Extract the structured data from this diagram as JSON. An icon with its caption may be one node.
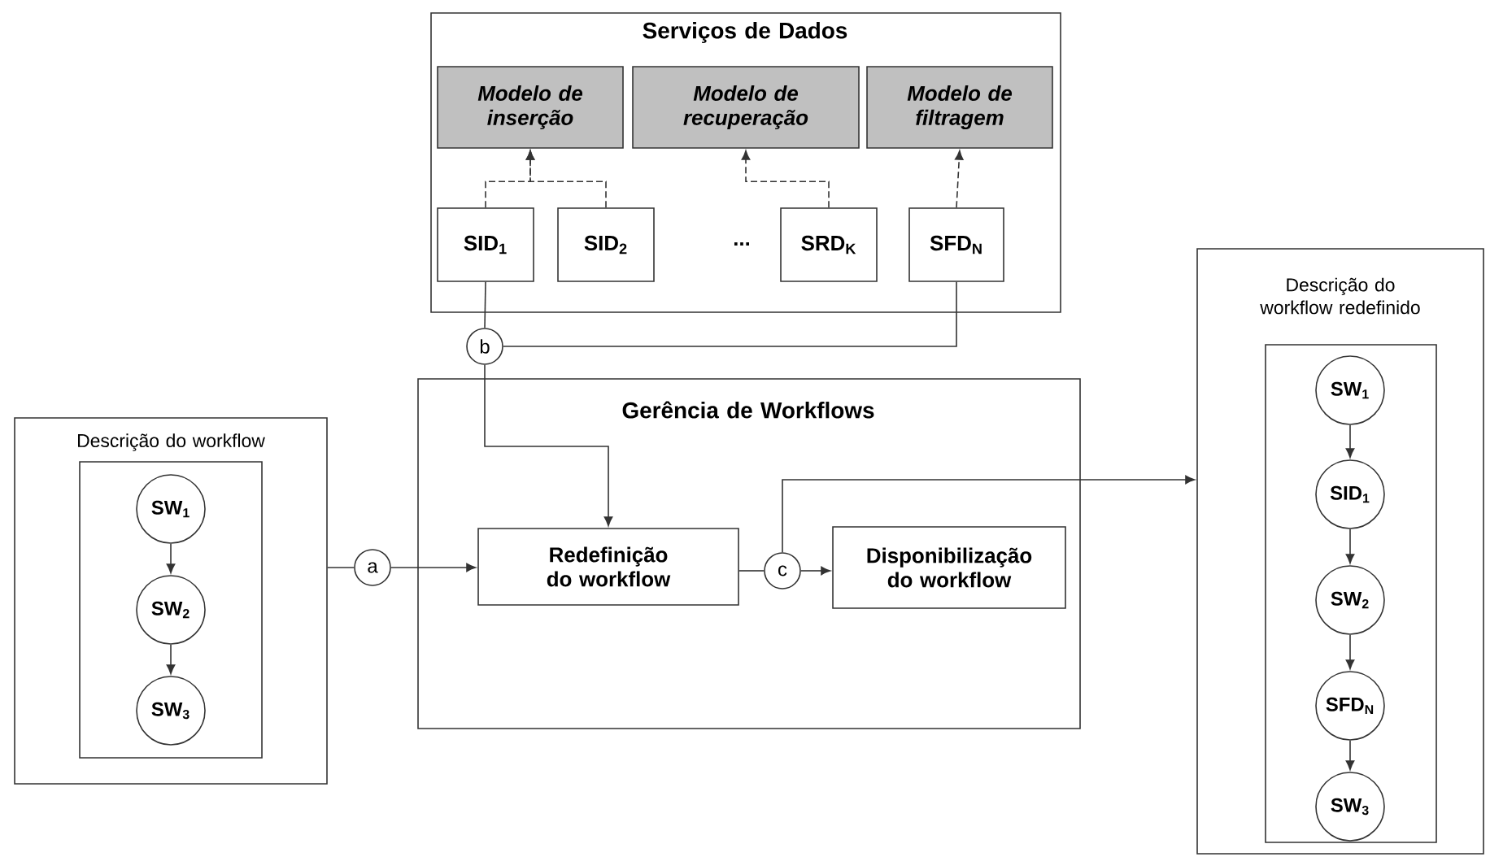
{
  "diagram": {
    "nodes": [
      {
        "text": [
          "Serviços de Dados"
        ]
      },
      {
        "text": [
          "Modelo de inserção"
        ],
        "in": 0
      },
      {
        "text": [
          "Modelo de recuperação"
        ],
        "in": 0
      },
      {
        "text": [
          "Modelo de filtragem"
        ],
        "in": 0
      },
      {
        "text": [
          "SID$_{1}$"
        ],
        "in": 0
      },
      {
        "text": [
          "SID$_{2}$"
        ],
        "in": 0
      },
      {
        "text": [
          "SRD$_{K}$"
        ],
        "in": 0
      },
      {
        "text": [
          "SFD$_{N}$"
        ],
        "in": 0
      },
      {
        "text": [
          "b"
        ]
      },
      {
        "text": [
          "Gerência de Workflows"
        ]
      },
      {
        "text": [
          "Redefinição do workflow"
        ],
        "in": 9
      },
      {
        "text": [
          "c"
        ],
        "in": 9
      },
      {
        "text": [
          "Disponibilização do workflow"
        ],
        "in": 9
      },
      {
        "text": [
          "a"
        ]
      },
      {
        "text": [
          "Descrição do workflow"
        ]
      },
      {
        "text": [],
        "shape": "box",
        "in": 14
      },
      {
        "text": [
          "SW$_{1}$"
        ],
        "in": 15
      },
      {
        "text": [
          "SW$_{2}$"
        ],
        "in": 15
      },
      {
        "text": [
          "SW$_{3}$"
        ],
        "in": 15
      },
      {
        "text": [
          "Descrição do workflow redefinido"
        ]
      },
      {
        "text": [],
        "shape": "box",
        "in": 19
      },
      {
        "text": [
          "SW$_{1}$"
        ],
        "in": 20
      },
      {
        "text": [
          "SID$_{1}$"
        ],
        "in": 20
      },
      {
        "text": [
          "SW$_{2}$"
        ],
        "in": 20
      },
      {
        "text": [
          "SFD$_{N}$"
        ],
        "in": 20
      },
      {
        "text": [
          "SW$_{3}$"
        ],
        "in": 20
      }
    ],
    "edges": [
      {
        "from": 4,
        "to": 1,
        "arrow": "to",
        "style": "dashed"
      },
      {
        "from": 5,
        "to": 1,
        "arrow": "to",
        "style": "dashed"
      },
      {
        "from": 6,
        "to": 2,
        "arrow": "to",
        "style": "dashed"
      },
      {
        "from": 7,
        "to": 3,
        "arrow": "to",
        "style": "dashed"
      },
      {
        "from": 4,
        "to": 8,
        "arrow": "none"
      },
      {
        "from": 7,
        "to": 8,
        "arrow": "none"
      },
      {
        "from": 8,
        "to": 10,
        "arrow": "to"
      },
      {
        "from": 14,
        "to": 13,
        "arrow": "none"
      },
      {
        "from": 13,
        "to": 10,
        "arrow": "to"
      },
      {
        "from": 10,
        "to": 11,
        "arrow": "none"
      },
      {
        "from": 11,
        "to": 12,
        "arrow": "to"
      },
      {
        "from": 11,
        "to": 19,
        "arrow": "to"
      },
      {
        "from": 16,
        "to": 17,
        "arrow": "to"
      },
      {
        "from": 17,
        "to": 18,
        "arrow": "to"
      },
      {
        "from": 21,
        "to": 22,
        "arrow": "to"
      },
      {
        "from": 22,
        "to": 23,
        "arrow": "to"
      },
      {
        "from": 23,
        "to": 24,
        "arrow": "to"
      },
      {
        "from": 24,
        "to": 25,
        "arrow": "to"
      }
    ],
    "labels": [
      "..."
    ]
  }
}
